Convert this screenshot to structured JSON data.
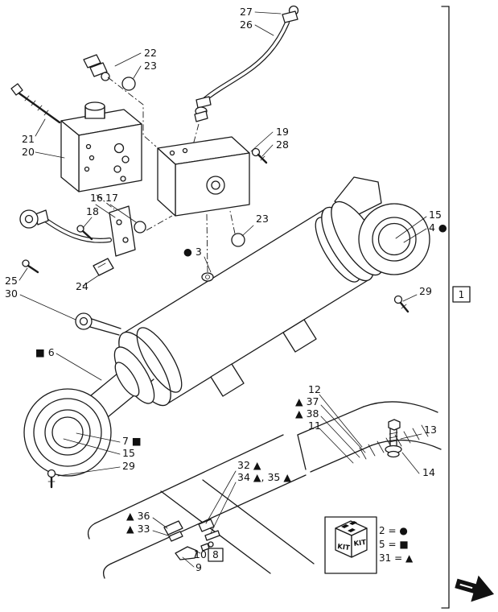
{
  "figure": {
    "sheet_ref": "1",
    "detail_ref": "8",
    "bg_color": "#ffffff",
    "line_color": "#1a1a1a"
  },
  "callouts": [
    "27",
    "26",
    "22",
    "23",
    "21",
    "20",
    "19",
    "28",
    "16",
    "17",
    "18",
    "23",
    "15",
    "4 ●",
    "25",
    "24",
    "● 3",
    "30",
    "29",
    "■ 6",
    "12",
    "▲ 37",
    "▲ 38",
    "11",
    "13",
    "14",
    "7 ■",
    "15",
    "29",
    "32 ▲",
    "34 ▲, 35 ▲",
    "▲ 36",
    "▲ 33",
    "10",
    "9"
  ],
  "kit": {
    "label": "KIT",
    "legend": [
      "2 = ●",
      "5 = ■",
      "31 = ▲"
    ]
  }
}
